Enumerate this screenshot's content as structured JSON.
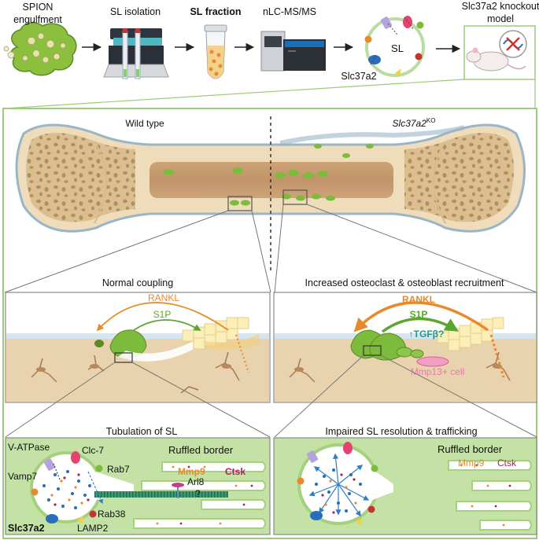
{
  "workflow": {
    "step1": [
      "SPION",
      "engulfment"
    ],
    "step2": "SL  isolation",
    "step3": "SL fraction",
    "step4": "nLC-MS/MS",
    "step5_center": "SL",
    "step5_label": "Slc37a2",
    "step6": [
      "Slc37a2 knockout",
      "model"
    ]
  },
  "bone": {
    "left_label": "Wild type",
    "right_label_main": "Slc37a2",
    "right_label_sup": "KO"
  },
  "coupling": {
    "left_title": "Normal coupling",
    "left_rankl": "RANKL",
    "left_s1p": "S1P",
    "right_title": "Increased osteoclast & osteoblast recruitment",
    "right_rankl": "RANKL",
    "right_s1p": "S1P",
    "right_tgfb": "↑TGFβ?",
    "right_cell": "Mmp13+ cell"
  },
  "sl_detail": {
    "left_title": "Tubulation of SL",
    "vatpase": "V-ATPase",
    "clc7": "Clc-7",
    "rab7": "Rab7",
    "vamp7": "Vamp7",
    "rab38": "Rab38",
    "slc37a2": "Slc37a2",
    "lamp2": "LAMP2",
    "arl8": "Arl8",
    "arl8_q": "?",
    "ruffled_left": "Ruffled border",
    "mmp9_left": "Mmp9",
    "ctsk_left": "Ctsk",
    "right_title": "Impaired SL resolution & trafficking",
    "ruffled_right": "Ruffled border",
    "mmp9_right": "Mmp9",
    "ctsk_right": "Ctsk"
  },
  "colors": {
    "rankl": "#e8892b",
    "s1p": "#5aa62e",
    "tgfb": "#1a9c8c",
    "mmp13": "#e87aa8",
    "ctsk": "#a8235a",
    "mmp9": "#e8892b",
    "bone": "#e9d3ae",
    "cell_green": "#7dbb3c",
    "membrane": "#b9dca0",
    "frame": "#9ccc7a"
  }
}
